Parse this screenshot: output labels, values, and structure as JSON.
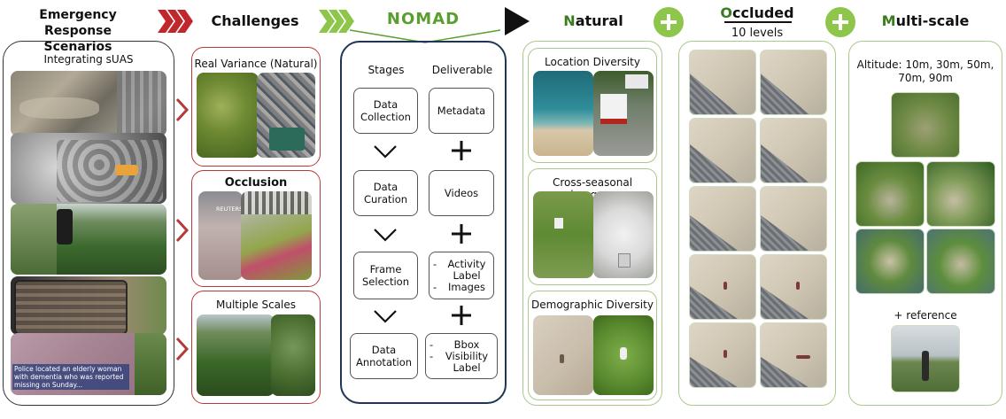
{
  "headers": {
    "emergency_line1": "Emergency Response",
    "emergency_line2": "Scenarios",
    "challenges": "Challenges",
    "nomad": "NOMAD",
    "natural_first": "N",
    "natural_rest": "atural",
    "occluded_first": "O",
    "occluded_rest": "ccluded",
    "occluded_levels": "10 levels",
    "multiscale_first": "M",
    "multiscale_rest": "ulti-scale"
  },
  "left_panel": {
    "title": "Integrating sUAS",
    "news_caption": "Police located an elderly woman with dementia who was reported missing on Sunday..."
  },
  "challenges": {
    "real_variance": "Real Variance (Natural)",
    "occlusion": "Occlusion",
    "occlusion_watermark": "REUTERS",
    "multiple_scales": "Multiple Scales"
  },
  "nomad": {
    "col_stages": "Stages",
    "col_deliverable": "Deliverable",
    "stages": [
      "Data Collection",
      "Data Curation",
      "Frame Selection",
      "Data Annotation"
    ],
    "deliverables": [
      {
        "type": "single",
        "text": "Metadata"
      },
      {
        "type": "single",
        "text": "Videos"
      },
      {
        "type": "list",
        "items": [
          "Activity Label",
          "Images"
        ]
      },
      {
        "type": "list",
        "items": [
          "Bbox",
          "Visibility Label"
        ]
      }
    ]
  },
  "natural": {
    "location": "Location Diversity",
    "seasonal": "Cross-seasonal imagery",
    "demographic": "Demographic Diversity"
  },
  "multiscale": {
    "altitude_line1": "Altitude: 10m, 30m, 50m,",
    "altitude_line2": "70m, 90m",
    "reference": "+ reference"
  },
  "colors": {
    "chevron_red": "#c0272d",
    "chevron_green": "#8dc64a",
    "natural_accent": "#3a7d1e",
    "nomad_green": "#5a9e2f",
    "nomad_border": "#1f3552"
  }
}
